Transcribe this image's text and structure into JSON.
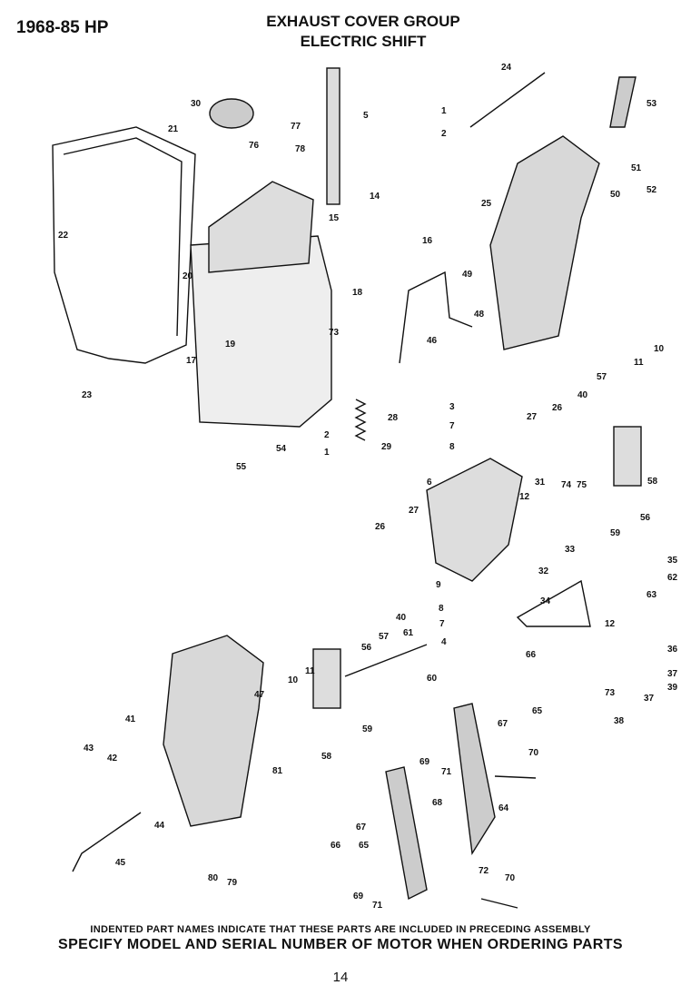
{
  "header": {
    "model": "1968-85 HP",
    "title": "EXHAUST COVER GROUP",
    "subtitle": "ELECTRIC SHIFT"
  },
  "footer": {
    "note": "INDENTED PART NAMES INDICATE THAT THESE PARTS ARE INCLUDED IN PRECEDING ASSEMBLY",
    "instruction": "SPECIFY MODEL AND SERIAL NUMBER OF MOTOR WHEN ORDERING PARTS",
    "page_number": "14"
  },
  "callouts": [
    "1",
    "2",
    "5",
    "24",
    "53",
    "30",
    "77",
    "76",
    "78",
    "21",
    "51",
    "50",
    "52",
    "25",
    "14",
    "22",
    "15",
    "16",
    "20",
    "18",
    "49",
    "48",
    "46",
    "19",
    "17",
    "73",
    "10",
    "11",
    "23",
    "57",
    "40",
    "27",
    "26",
    "3",
    "7",
    "8",
    "28",
    "2",
    "1",
    "54",
    "55",
    "29",
    "6",
    "31",
    "74",
    "75",
    "12",
    "58",
    "56",
    "59",
    "33",
    "27",
    "26",
    "35",
    "62",
    "32",
    "63",
    "9",
    "34",
    "8",
    "40",
    "7",
    "4",
    "12",
    "57",
    "61",
    "36",
    "37",
    "39",
    "73",
    "37",
    "38",
    "56",
    "10",
    "11",
    "60",
    "66",
    "65",
    "47",
    "67",
    "58",
    "59",
    "41",
    "43",
    "42",
    "70",
    "69",
    "71",
    "81",
    "64",
    "44",
    "68",
    "66",
    "67",
    "65",
    "45",
    "72",
    "70",
    "80",
    "79",
    "69",
    "71"
  ]
}
